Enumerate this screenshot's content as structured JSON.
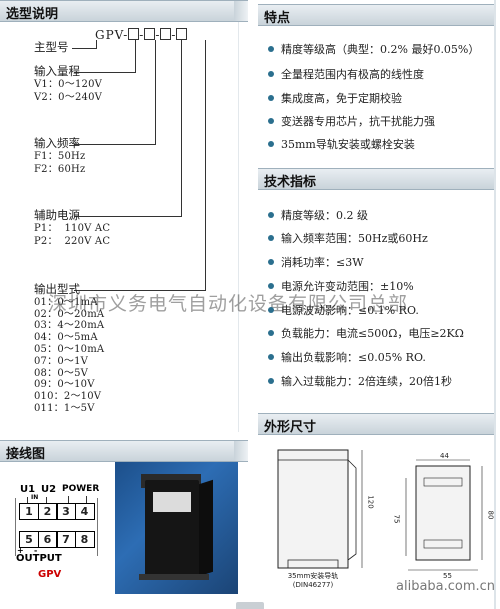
{
  "sections": {
    "selection": "选型说明",
    "features": "特点",
    "specs": "技术指标",
    "wiring": "接线图",
    "dimensions": "外形尺寸"
  },
  "model_code": {
    "prefix": "GPV-"
  },
  "selection_labels": {
    "main_model": "主型号",
    "input_range": {
      "title": "输入量程",
      "lines": [
        "V1：0～120V",
        "V2：0～240V"
      ]
    },
    "input_freq": {
      "title": "输入频率",
      "lines": [
        "F1：50Hz",
        "F2：60Hz"
      ]
    },
    "aux_power": {
      "title": "辅助电源",
      "lines": [
        "P1：  110V AC",
        "P2：  220V AC"
      ]
    },
    "output_type": {
      "title": "输出型式",
      "lines": [
        "01：0～1mA",
        "02：0～20mA",
        "03：4～20mA",
        "04：0～5mA",
        "05：0～10mA",
        "07：0～1V",
        "08：0～5V",
        "09：0～10V",
        "010：2～10V",
        "011：1～5V"
      ]
    }
  },
  "watermark": "深圳市义务电气自动化设备有限公司总部",
  "features": [
    "精度等级高（典型：0.2% 最好0.05%）",
    "全量程范围内有极高的线性度",
    "集成度高，免于定期校验",
    "变送器专用芯片，抗干扰能力强",
    "35mm导轨安装或螺栓安装"
  ],
  "specs": [
    "精度等级：0.2 级",
    "输入频率范围：50Hz或60Hz",
    "消耗功率：≤3W",
    "电源允许变动范围：±10%",
    "电源波动影响：≤0.1% RO.",
    "负载能力：电流≤500Ω，电压≥2KΩ",
    "输出负载影响：≤0.05% RO.",
    "输入过载能力：2倍连续，20倍1秒"
  ],
  "wiring": {
    "u1": "U1",
    "u2": "U2",
    "in": "IN",
    "power": "POWER",
    "top_terminals": [
      "1",
      "2",
      "3",
      "4"
    ],
    "bottom_terminals": [
      "5",
      "6",
      "7",
      "8"
    ],
    "plus": "+",
    "minus": "-",
    "output": "OUTPUT",
    "model": "GPV"
  },
  "dimensions": {
    "height": "120",
    "depth": "75",
    "width_top": "44",
    "width_bottom": "55",
    "height_right": "80",
    "rail_caption": [
      "35mm安装导轨",
      "(DIN46277)"
    ]
  },
  "site": "alibaba.com.cn",
  "colors": {
    "accent": "#2b6f8e",
    "bar": "#c9d3da",
    "gpv_red": "#cc0000"
  }
}
